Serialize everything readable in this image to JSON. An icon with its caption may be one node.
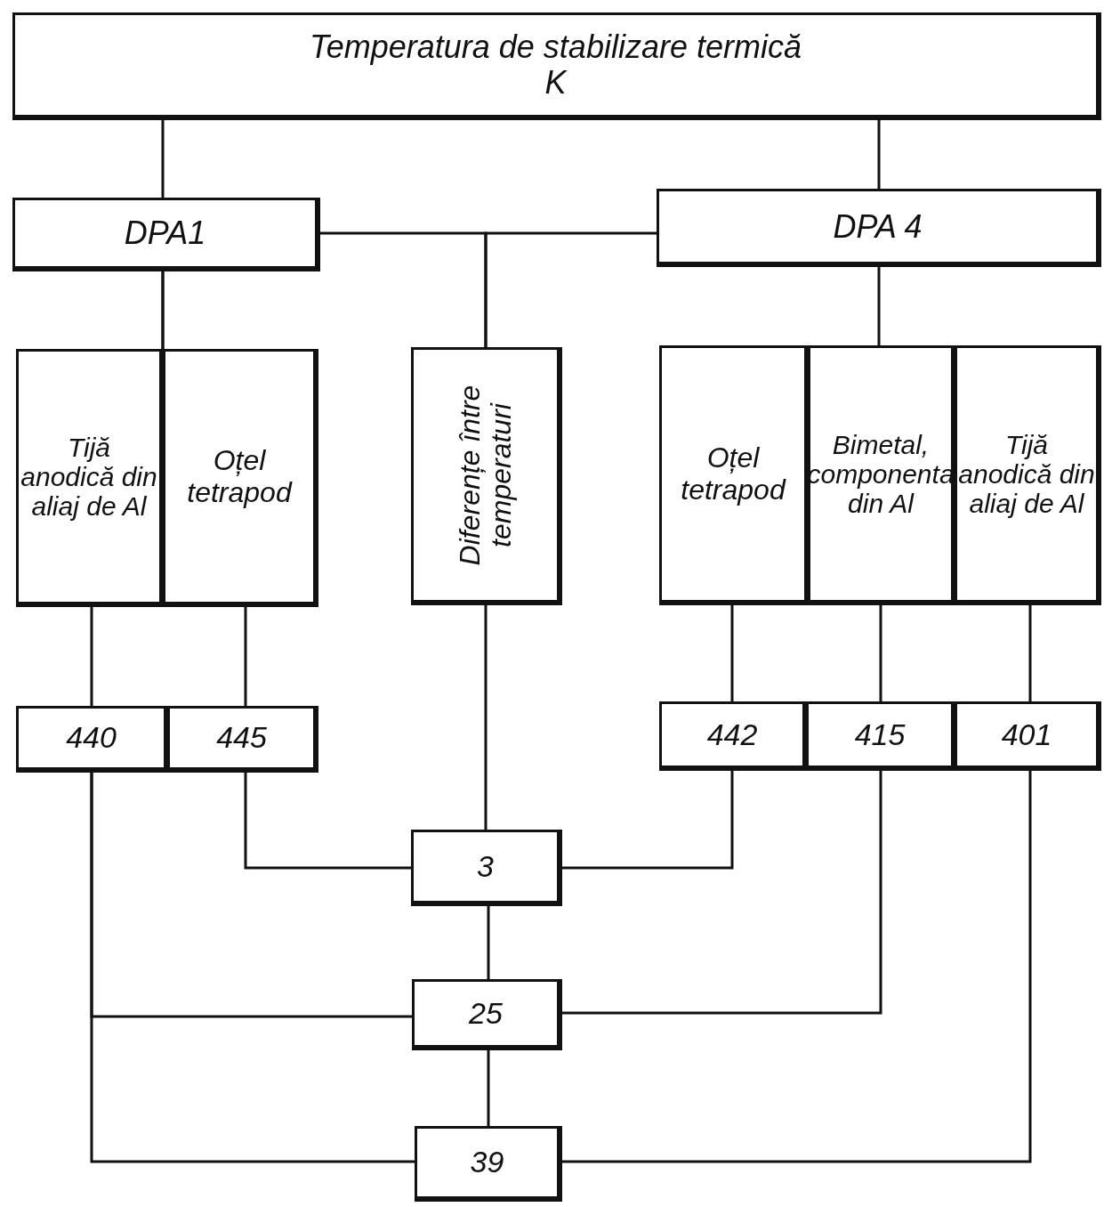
{
  "diagram": {
    "nodes": [
      {
        "text": [
          "Temperatura de stabilizare termică",
          "K"
        ]
      },
      {
        "text": [
          "DPA1"
        ]
      },
      {
        "text": [
          "DPA 4"
        ]
      },
      {
        "text": [
          "Tijă anodică din aliaj de Al"
        ]
      },
      {
        "text": [
          "Oțel tetrapod"
        ]
      },
      {
        "text": [
          "Diferențe între temperaturi"
        ]
      },
      {
        "text": [
          "Oțel tetrapod"
        ]
      },
      {
        "text": [
          "Bimetal, componenta din Al"
        ]
      },
      {
        "text": [
          "Tijă anodică din aliaj de Al"
        ]
      },
      {
        "text": [
          "440"
        ]
      },
      {
        "text": [
          "445"
        ]
      },
      {
        "text": [
          "442"
        ]
      },
      {
        "text": [
          "415"
        ]
      },
      {
        "text": [
          "401"
        ]
      },
      {
        "text": [
          "3"
        ]
      },
      {
        "text": [
          "25"
        ]
      },
      {
        "text": [
          "39"
        ]
      }
    ],
    "edges": [
      {
        "from": 0,
        "to": 1,
        "arrow": "none"
      },
      {
        "from": 0,
        "to": 2,
        "arrow": "none"
      },
      {
        "from": 1,
        "to": 5,
        "arrow": "none"
      },
      {
        "from": 2,
        "to": 5,
        "arrow": "none"
      },
      {
        "from": 1,
        "to": 3,
        "arrow": "none"
      },
      {
        "from": 1,
        "to": 4,
        "arrow": "none"
      },
      {
        "from": 2,
        "to": 7,
        "arrow": "none"
      },
      {
        "from": 3,
        "to": 9,
        "arrow": "none"
      },
      {
        "from": 4,
        "to": 10,
        "arrow": "none"
      },
      {
        "from": 6,
        "to": 11,
        "arrow": "none"
      },
      {
        "from": 7,
        "to": 12,
        "arrow": "none"
      },
      {
        "from": 8,
        "to": 13,
        "arrow": "none"
      },
      {
        "from": 5,
        "to": 14,
        "arrow": "none"
      },
      {
        "from": 10,
        "to": 14,
        "arrow": "none"
      },
      {
        "from": 11,
        "to": 14,
        "arrow": "none"
      },
      {
        "from": 14,
        "to": 15,
        "arrow": "none"
      },
      {
        "from": 15,
        "to": 16,
        "arrow": "none"
      },
      {
        "from": 9,
        "to": 15,
        "arrow": "none"
      },
      {
        "from": 9,
        "to": 16,
        "arrow": "none"
      },
      {
        "from": 12,
        "to": 15,
        "arrow": "none"
      },
      {
        "from": 13,
        "to": 16,
        "arrow": "none"
      }
    ]
  }
}
